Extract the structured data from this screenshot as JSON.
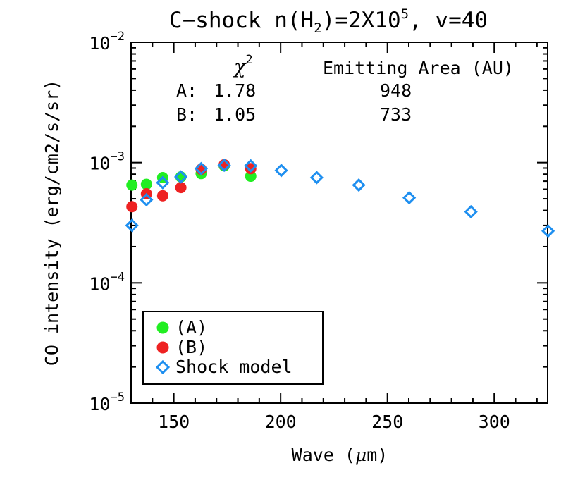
{
  "chart_data": {
    "type": "scatter",
    "title": {
      "prefix": "C−shock n(H",
      "sub": "2",
      "mid": ")=2X10",
      "sup": "5",
      "suffix": ", v=40"
    },
    "xlabel": {
      "prefix": "Wave (",
      "mu": "μ",
      "suffix": "m)"
    },
    "ylabel": "CO intensity (erg/cm2/s/sr)",
    "x_scale": "linear",
    "y_scale": "log",
    "xlim": [
      130,
      325
    ],
    "ylim": [
      1e-05,
      0.01
    ],
    "x_ticks": [
      150,
      200,
      250,
      300
    ],
    "x_tick_labels": [
      "150",
      "200",
      "250",
      "300"
    ],
    "y_ticks": [
      {
        "value": 1e-05,
        "base": "10",
        "exp": "−5"
      },
      {
        "value": 0.0001,
        "base": "10",
        "exp": "−4"
      },
      {
        "value": 0.001,
        "base": "10",
        "exp": "−3"
      },
      {
        "value": 0.01,
        "base": "10",
        "exp": "−2"
      }
    ],
    "annotations": {
      "chi_symbol": "χ",
      "chi_exp": "2",
      "area_header": "Emitting Area (AU)",
      "rows": [
        {
          "label": "A:",
          "chi2": "1.78",
          "area": "948"
        },
        {
          "label": "B:",
          "chi2": "1.05",
          "area": "733"
        }
      ]
    },
    "series": [
      {
        "name": "(A)",
        "marker": "filled-circle",
        "color": "#22ee22",
        "points": [
          [
            130.4,
            0.00065
          ],
          [
            137.2,
            0.00066
          ],
          [
            144.8,
            0.00075
          ],
          [
            153.3,
            0.00076
          ],
          [
            162.8,
            0.00081
          ],
          [
            173.6,
            0.00094
          ],
          [
            186.0,
            0.00077
          ]
        ]
      },
      {
        "name": "(B)",
        "marker": "filled-circle",
        "color": "#ee2222",
        "points": [
          [
            130.4,
            0.00043
          ],
          [
            137.2,
            0.00055
          ],
          [
            144.8,
            0.00053
          ],
          [
            153.3,
            0.00062
          ],
          [
            162.8,
            0.00088
          ],
          [
            173.6,
            0.00096
          ],
          [
            186.0,
            0.00089
          ]
        ]
      },
      {
        "name": "Shock model",
        "marker": "open-diamond",
        "color": "#1e8ff0",
        "points": [
          [
            130.4,
            0.0003
          ],
          [
            137.2,
            0.00049
          ],
          [
            144.8,
            0.00068
          ],
          [
            153.3,
            0.00076
          ],
          [
            162.8,
            0.00089
          ],
          [
            173.6,
            0.00095
          ],
          [
            186.0,
            0.00094
          ],
          [
            200.3,
            0.00086
          ],
          [
            216.9,
            0.00075
          ],
          [
            236.6,
            0.00065
          ],
          [
            260.2,
            0.00051
          ],
          [
            289.1,
            0.00039
          ],
          [
            325.2,
            0.00027
          ]
        ]
      }
    ],
    "legend": {
      "position": "bottom-left",
      "entries": [
        "(A)",
        "(B)",
        "Shock model"
      ]
    }
  }
}
